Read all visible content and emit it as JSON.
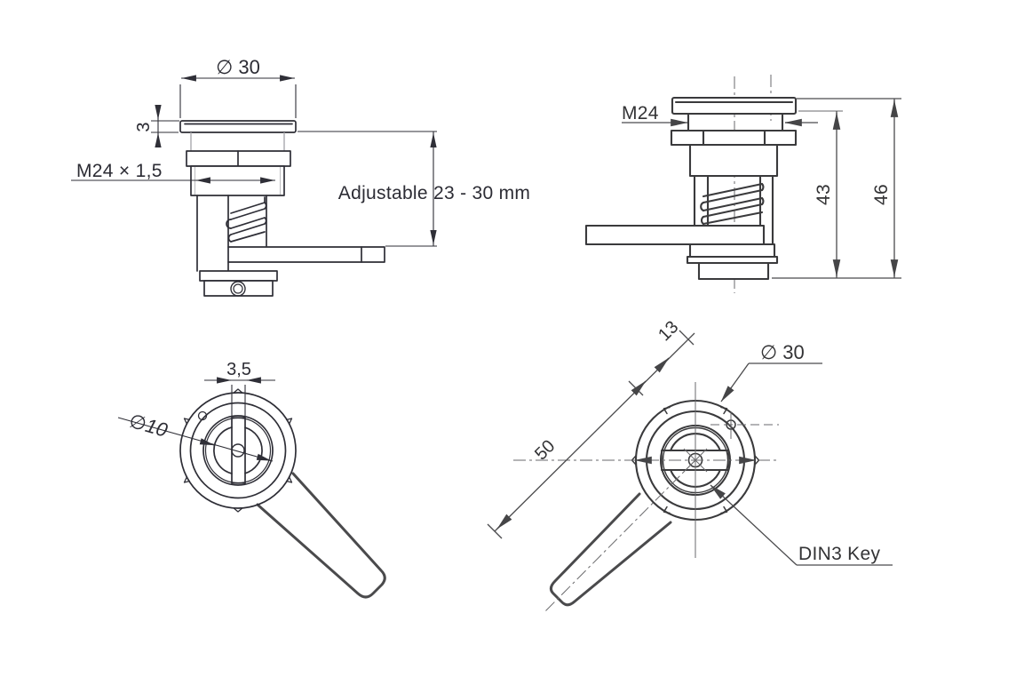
{
  "drawing": {
    "background": "#ffffff",
    "line_color_left_views": "#2e2e36",
    "line_color_right_views": "#3a3a3c",
    "views": {
      "front_left": {
        "name": "front view, lever right",
        "head_diameter": "∅ 30",
        "head_thickness": "3",
        "thread": "M24 × 1,5",
        "grip_range": "Adjustable 23 - 30 mm"
      },
      "front_right": {
        "name": "front view, lever left",
        "thread": "M24",
        "body_height": "43",
        "total_height": "46"
      },
      "plan_left": {
        "name": "plan view, lever lower-right",
        "slot_width": "3,5",
        "boss_diameter": "∅10"
      },
      "plan_right": {
        "name": "plan view, lever lower-left",
        "hole_offset": "13",
        "lever_length": "50",
        "head_diameter": "∅ 30",
        "key_type": "DIN3 Key"
      }
    }
  }
}
